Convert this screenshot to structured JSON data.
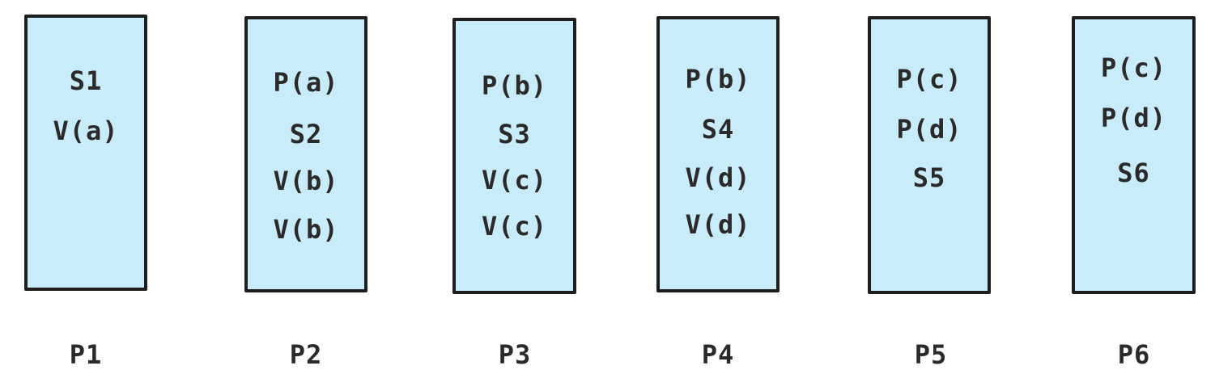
{
  "processes": [
    {
      "label": "P1",
      "statements": [
        "S1",
        "V(a)"
      ]
    },
    {
      "label": "P2",
      "statements": [
        "P(a)",
        "S2",
        "V(b)",
        "V(b)"
      ]
    },
    {
      "label": "P3",
      "statements": [
        "P(b)",
        "S3",
        "V(c)",
        "V(c)"
      ]
    },
    {
      "label": "P4",
      "statements": [
        "P(b)",
        "S4",
        "V(d)",
        "V(d)"
      ]
    },
    {
      "label": "P5",
      "statements": [
        "P(c)",
        "P(d)",
        "S5"
      ]
    },
    {
      "label": "P6",
      "statements": [
        "P(c)",
        "P(d)",
        "S6"
      ]
    }
  ],
  "colors": {
    "box_fill": "#c9ecfb",
    "box_border": "#1e1e1e",
    "text": "#2a2a2a"
  }
}
